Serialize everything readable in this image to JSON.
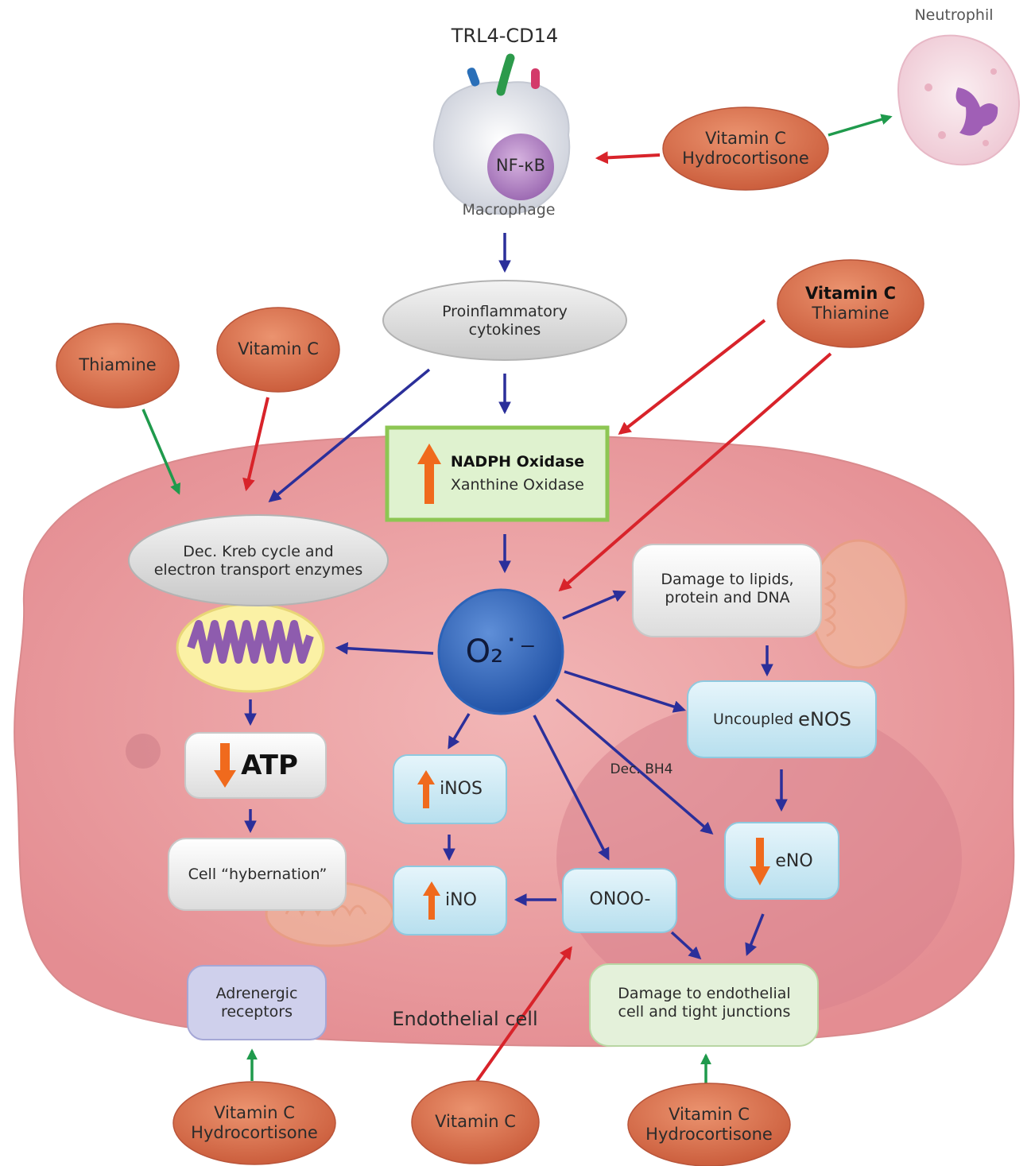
{
  "cells": {
    "macrophage_receptor": "TRL4-CD14",
    "macrophage_nucleus": "NF-κB",
    "macrophage": "Macrophage",
    "neutrophil": "Neutrophil",
    "endothelial": "Endothelial cell"
  },
  "nodes": {
    "cytokines": [
      "Proinflammatory",
      "cytokines"
    ],
    "oxidase": [
      "NADPH Oxidase",
      "Xanthine Oxidase"
    ],
    "kreb": [
      "Dec. Kreb cycle and",
      "electron transport enzymes"
    ],
    "superoxide": "O₂˙⁻",
    "damage_lipids": [
      "Damage to lipids,",
      "protein and DNA"
    ],
    "atp": "ATP",
    "hybernation": "Cell “hybernation”",
    "inos": "iNOS",
    "ino": "iNO",
    "onoo": "ONOO-",
    "uncoupled_prefix": "Uncoupled ",
    "uncoupled_enos": "eNOS",
    "eno": "eNO",
    "dec_bh4": "Dec. BH4",
    "adrenergic": [
      "Adrenergic",
      "receptors"
    ],
    "damage_endothelial": [
      "Damage to endothelial",
      "cell and tight junctions"
    ]
  },
  "treatments": {
    "top_right": [
      "Vitamin C",
      "Hydrocortisone"
    ],
    "thiamine": "Thiamine",
    "vitamin_c_left": "Vitamin C",
    "vitc_thiamine": [
      "Vitamin C",
      "Thiamine"
    ],
    "bottom_left": [
      "Vitamin C",
      "Hydrocortisone"
    ],
    "bottom_mid": "Vitamin C",
    "bottom_right": [
      "Vitamin C",
      "Hydrocortisone"
    ]
  },
  "colors": {
    "stimulate_arrow": "#1f9a4c",
    "inhibit_arrow": "#d8232a",
    "flow_arrow": "#2b2f9a",
    "treatment_fill": "#d9714d",
    "cell_fill": "#e79a9c",
    "increase_arrow": "#f06a1d"
  }
}
